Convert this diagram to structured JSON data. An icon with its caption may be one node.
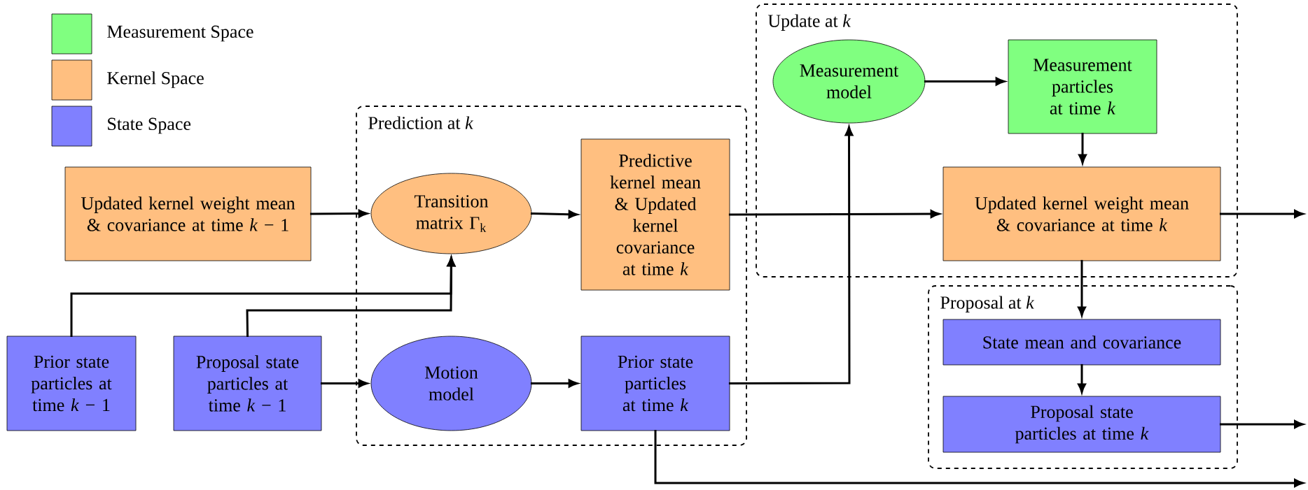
{
  "diagram": {
    "nodes": [
      {
        "text": [
          "Updated kernel weight mean & covariance at time *k* − 1"
        ]
      },
      {
        "text": [
          "Prior state particles at time *k* − 1"
        ]
      },
      {
        "text": [
          "Proposal state particles at time *k* − 1"
        ]
      },
      {
        "text": [
          "Prediction at *k*"
        ]
      },
      {
        "text": [
          "Transition matrix Γ$_{k}$"
        ],
        "in": 3
      },
      {
        "text": [
          "Motion model"
        ],
        "in": 3
      },
      {
        "text": [
          "Predictive kernel mean & Updated kernel covariance at time *k*"
        ],
        "in": 3
      },
      {
        "text": [
          "Prior state particles at time *k*"
        ],
        "in": 3
      },
      {
        "text": [
          "Update at *k*"
        ]
      },
      {
        "text": [
          "Measurement model"
        ],
        "in": 8
      },
      {
        "text": [
          "Measurement particles at time *k*"
        ],
        "in": 8
      },
      {
        "text": [
          "Updated kernel weight mean & covariance at time *k*"
        ],
        "in": 8
      },
      {
        "text": [
          "Proposal at *k*"
        ]
      },
      {
        "text": [
          "State mean and covariance"
        ],
        "in": 12
      },
      {
        "text": [
          "Proposal state particles at time *k*"
        ],
        "in": 12
      }
    ],
    "edges": [
      {
        "from": 0,
        "to": 4,
        "arrow": "to"
      },
      {
        "from": 1,
        "to": 4,
        "arrow": "to"
      },
      {
        "from": 2,
        "to": 4,
        "arrow": "to"
      },
      {
        "from": 2,
        "to": 5,
        "arrow": "to"
      },
      {
        "from": 4,
        "to": 6,
        "arrow": "to"
      },
      {
        "from": 5,
        "to": 7,
        "arrow": "to"
      },
      {
        "from": 6,
        "to": 11,
        "arrow": "to"
      },
      {
        "from": 7,
        "to": 9,
        "arrow": "to"
      },
      {
        "from": 9,
        "to": 10,
        "arrow": "to"
      },
      {
        "from": 10,
        "to": 11,
        "arrow": "to"
      },
      {
        "from": 11,
        "to": 13,
        "arrow": "to"
      },
      {
        "from": 13,
        "to": 14,
        "arrow": "to"
      },
      {
        "from": 11,
        "to": null,
        "arrow": "to"
      },
      {
        "from": 14,
        "to": null,
        "arrow": "to"
      },
      {
        "from": 7,
        "to": null,
        "arrow": "to"
      }
    ],
    "legend": [
      {
        "text": "Measurement Space",
        "color": "#80ff80"
      },
      {
        "text": "Kernel Space",
        "color": "#ffbf80"
      },
      {
        "text": "State Space",
        "color": "#8080ff"
      }
    ]
  }
}
